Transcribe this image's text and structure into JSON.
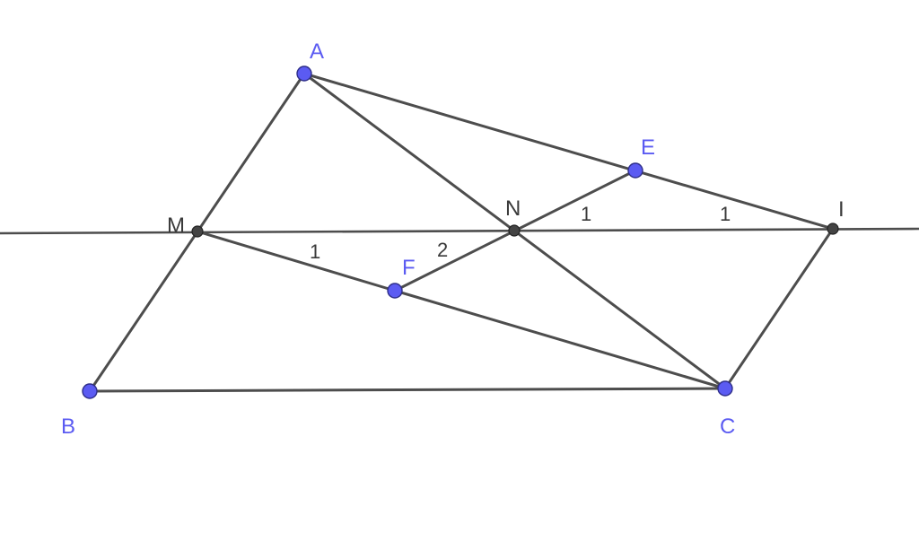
{
  "diagram": {
    "points": {
      "A": {
        "label": "A"
      },
      "B": {
        "label": "B"
      },
      "C": {
        "label": "C"
      },
      "E": {
        "label": "E"
      },
      "F": {
        "label": "F"
      },
      "M": {
        "label": "M"
      },
      "N": {
        "label": "N"
      },
      "I": {
        "label": "I"
      }
    },
    "segment_labels": {
      "MF": "1",
      "NF": "2",
      "NE": "1",
      "EI": "1"
    },
    "colors": {
      "free_point": "#5b5bf2",
      "dependent_point": "#444444",
      "line": "#4d4d4d"
    }
  }
}
